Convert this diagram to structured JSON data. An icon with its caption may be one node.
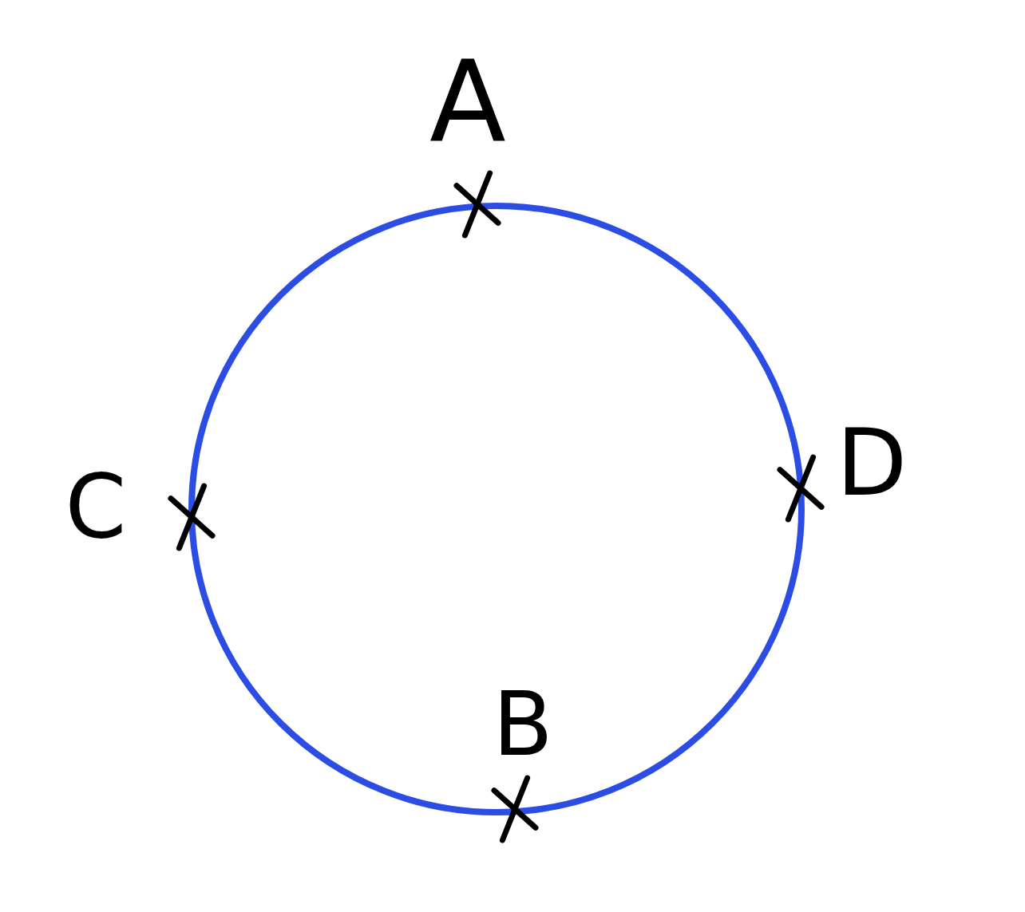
{
  "diagram": {
    "labels": [
      "A",
      "C",
      "D",
      "B"
    ]
  }
}
